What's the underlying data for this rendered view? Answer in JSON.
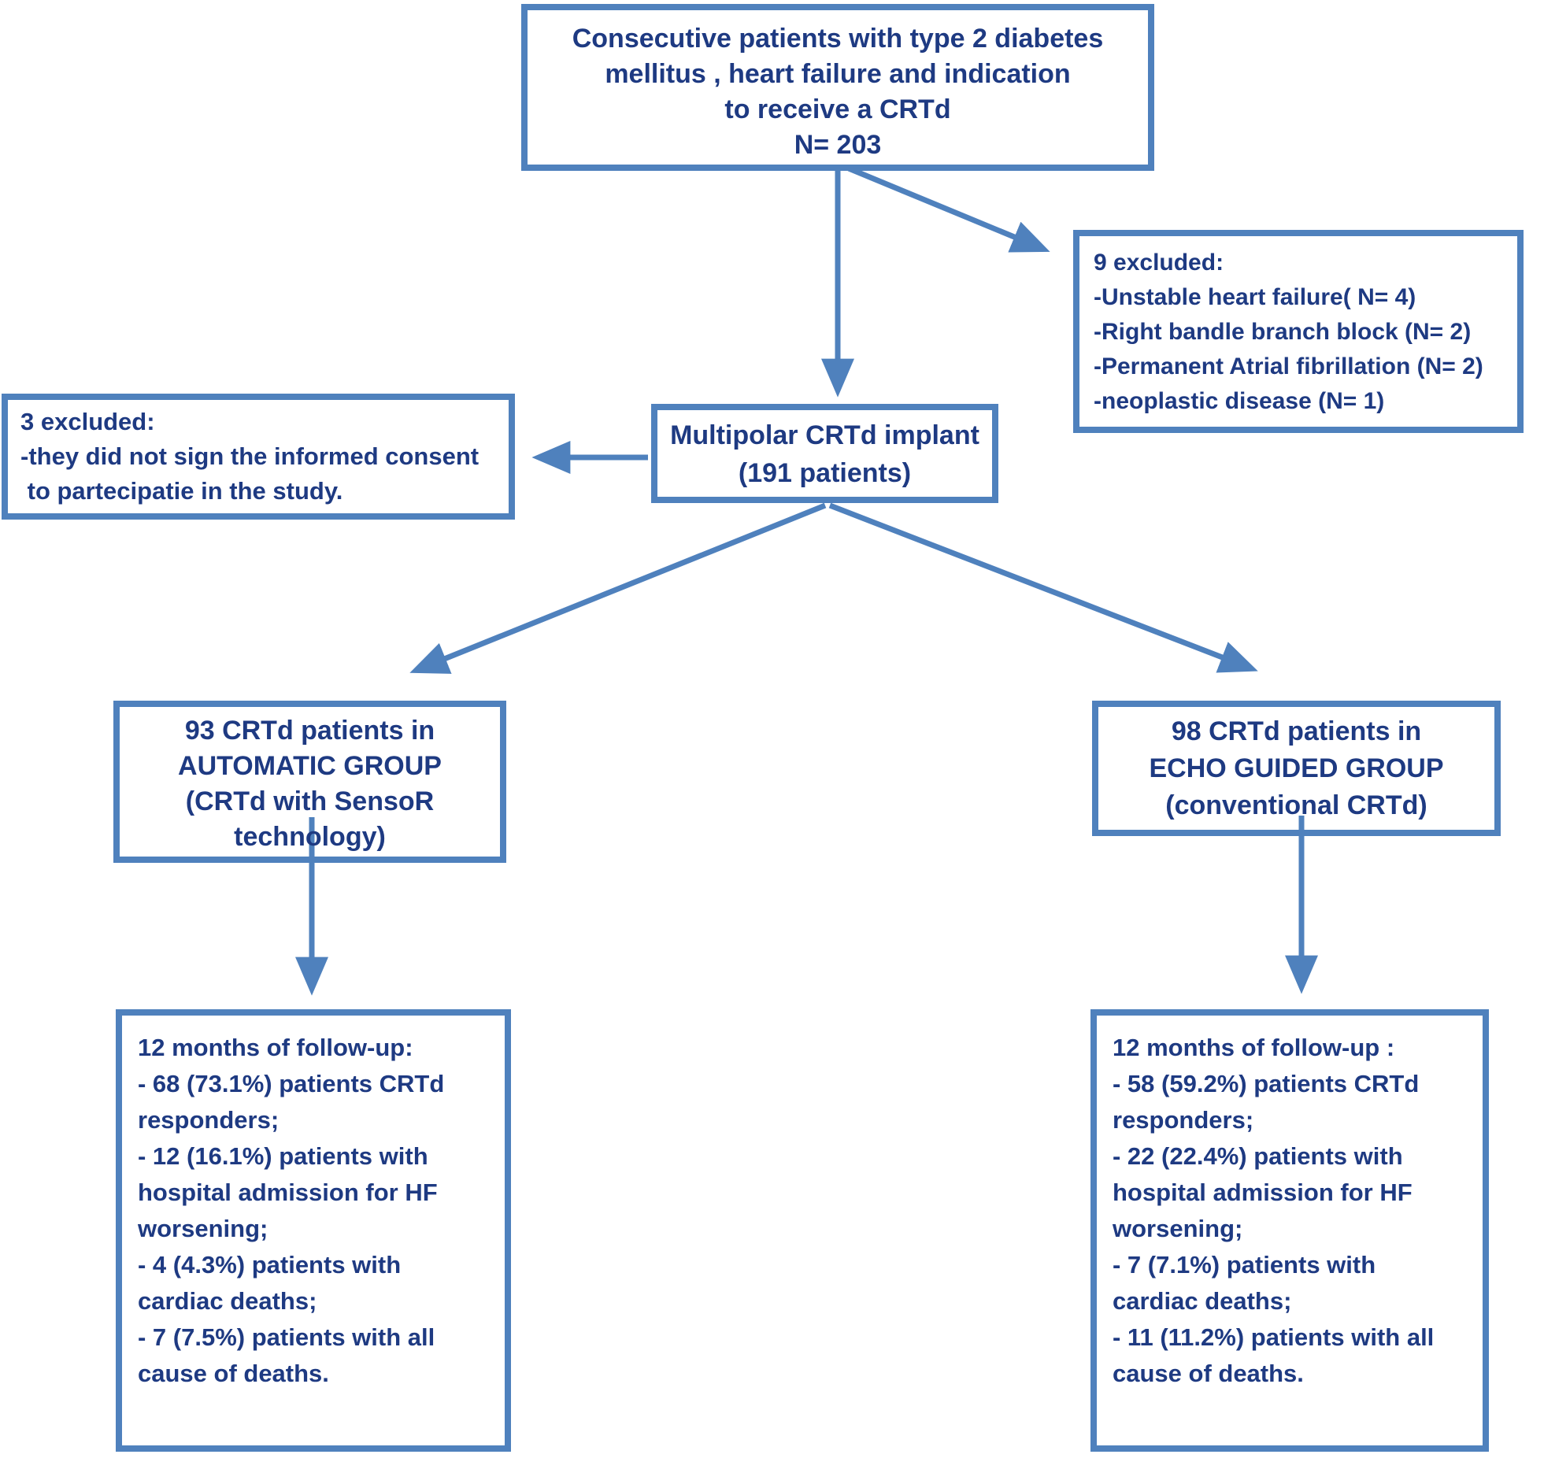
{
  "colors": {
    "line": "#4f81bd",
    "text": "#1e3a82",
    "background": "#ffffff"
  },
  "boxes": {
    "enrollment": {
      "lines": [
        "Consecutive patients with type 2 diabetes",
        "mellitus , heart failure and indication",
        "to receive a CRTd",
        "N= 203"
      ]
    },
    "excluded_right": {
      "lines": [
        "9 excluded:",
        "-Unstable heart failure( N= 4)",
        "-Right bandle branch block (N= 2)",
        "-Permanent Atrial fibrillation (N= 2)",
        "-neoplastic disease (N= 1)"
      ]
    },
    "excluded_left": {
      "lines": [
        "3 excluded:",
        "-they did not sign the informed consent",
        " to partecipatie in the study."
      ]
    },
    "implant": {
      "lines": [
        "Multipolar CRTd implant",
        "(191 patients)"
      ]
    },
    "automatic_group": {
      "lines": [
        "93 CRTd patients in",
        "AUTOMATIC GROUP",
        "(CRTd with SensoR",
        "technology)"
      ]
    },
    "echo_group": {
      "lines": [
        "98 CRTd patients in",
        "ECHO GUIDED GROUP",
        "(conventional CRTd)"
      ]
    },
    "automatic_followup": {
      "lines": [
        "12 months of follow-up:",
        "- 68 (73.1%) patients CRTd",
        "responders;",
        "- 12 (16.1%) patients with",
        "hospital admission for HF",
        "worsening;",
        "- 4 (4.3%) patients with",
        "cardiac deaths;",
        "- 7 (7.5%) patients with all",
        "cause of deaths."
      ]
    },
    "echo_followup": {
      "lines": [
        "12 months of follow-up :",
        "- 58 (59.2%) patients CRTd",
        "responders;",
        "- 22 (22.4%) patients with",
        "hospital admission for HF",
        "worsening;",
        "- 7 (7.1%) patients with",
        "cardiac deaths;",
        "- 11 (11.2%) patients with all",
        "cause of deaths."
      ]
    }
  }
}
